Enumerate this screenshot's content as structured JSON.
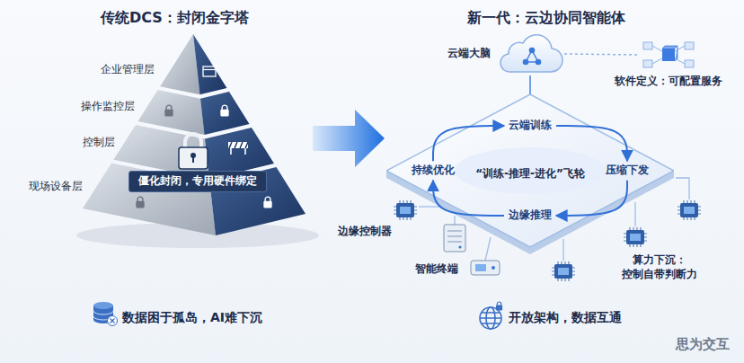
{
  "diagram": {
    "nodes": [
      {
        "text": [
          "僵化封闭，专用硬件绑定"
        ]
      },
      {
        "text": [
          "云端大脑"
        ]
      },
      {
        "text": [
          "软件定义：可配置服务"
        ]
      },
      {
        "text": [
          "“训练-推理-进化”飞轮"
        ]
      },
      {
        "text": [
          "云端训练"
        ],
        "in": 3
      },
      {
        "text": [
          "压缩下发"
        ],
        "in": 3
      },
      {
        "text": [
          "边缘推理"
        ],
        "in": 3
      },
      {
        "text": [
          "持续优化"
        ],
        "in": 3
      }
    ],
    "edges": [
      {
        "from": 4,
        "to": 5,
        "arrow": "to"
      },
      {
        "from": 5,
        "to": 6,
        "arrow": "to"
      },
      {
        "from": 6,
        "to": 7,
        "arrow": "to"
      },
      {
        "from": 7,
        "to": 4,
        "arrow": "to"
      },
      {
        "from": 1,
        "to": 3,
        "arrow": "none"
      },
      {
        "from": 1,
        "to": 2,
        "arrow": "none"
      }
    ],
    "labels": [
      "传统DCS：封闭金字塔",
      "企业管理层",
      "操作监控层",
      "控制层",
      "现场设备层",
      "数据困于孤岛，AI难下沉",
      "新一代：云边协同智能体",
      "边缘控制器",
      "智能终端",
      "算力下沉： 控制自带判断力",
      "开放架构，数据互通",
      "思为交互"
    ]
  }
}
